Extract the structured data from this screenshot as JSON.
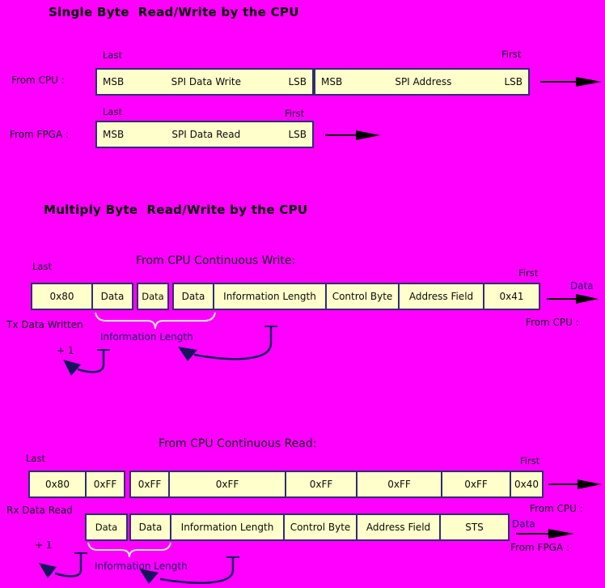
{
  "colors": {
    "background": "#ff00ff",
    "box_fill": "#ffffcc",
    "box_border": "#2f2f6e",
    "annotation_navy": "#14145e",
    "arrow_black": "#000000",
    "brace": "#e9e9f6"
  },
  "single": {
    "title": "Single Byte  Read/Write by the CPU",
    "cpu": {
      "source": "From CPU :",
      "last": "Last",
      "first": "First",
      "box1": {
        "msb": "MSB",
        "label": "SPI Data Write",
        "lsb": "LSB"
      },
      "box2": {
        "msb": "MSB",
        "label": "SPI Address",
        "lsb": "LSB"
      }
    },
    "fpga": {
      "source": "From FPGA :",
      "last": "Last",
      "first": "First",
      "box": {
        "msb": "MSB",
        "label": "SPI Data Read",
        "lsb": "LSB"
      }
    }
  },
  "multi": {
    "title": "Multiply Byte  Read/Write by the CPU",
    "write": {
      "heading": "From CPU Continuous Write:",
      "last": "Last",
      "first": "First",
      "cells": {
        "g1": [
          "0x80",
          "Data"
        ],
        "g2": [
          "Data"
        ],
        "g3": [
          "Data",
          "Information Length",
          "Control Byte",
          "Address Field",
          "0x41"
        ]
      },
      "data": "Data",
      "from": "From CPU :",
      "tx": "Tx Data Written",
      "plus_one": "+ 1",
      "info_length": "Information Length"
    },
    "read": {
      "heading": "From CPU Continuous Read:",
      "last": "Last",
      "first": "First",
      "cells": {
        "g1": [
          "0x80",
          "0xFF"
        ],
        "g2": [
          "0xFF",
          "0xFF",
          "0xFF",
          "0xFF",
          "0xFF",
          "0x40"
        ]
      },
      "from": "From CPU :"
    },
    "rx": {
      "label": "Rx Data Read",
      "cells": {
        "g1": [
          "Data"
        ],
        "g2": [
          "Data",
          "Information Length",
          "Control Byte",
          "Address Field",
          "STS"
        ]
      },
      "data": "Data",
      "from": "From FPGA :",
      "plus_one": "+ 1",
      "info_length": "Information Length"
    }
  }
}
